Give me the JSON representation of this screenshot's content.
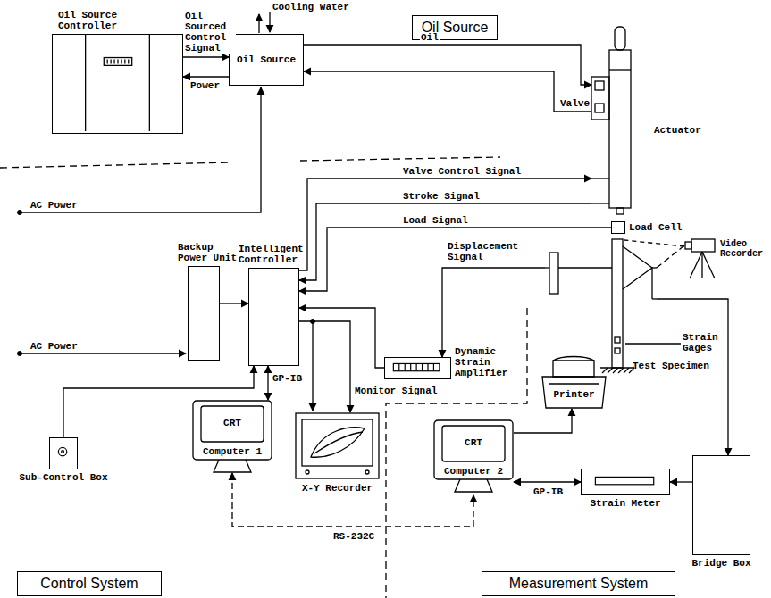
{
  "diagram": {
    "nodes": [
      {
        "text": [
          "Oil Source Controller"
        ]
      },
      {
        "text": [
          "Oil Source"
        ]
      },
      {
        "text": [
          "Oil Source"
        ]
      },
      {
        "text": [
          "Actuator"
        ]
      },
      {
        "text": [
          "Load Cell"
        ]
      },
      {
        "text": [
          "Test Specimen"
        ]
      },
      {
        "text": [
          "Video Recorder"
        ]
      },
      {
        "text": [
          "Backup Power Unit"
        ]
      },
      {
        "text": [
          "Intelligent Controller"
        ]
      },
      {
        "text": [
          "Dynamic Strain Amplifier"
        ]
      },
      {
        "text": [
          "Sub-Control Box"
        ]
      },
      {
        "text": [
          "CRT",
          "Computer 1"
        ]
      },
      {
        "text": [
          "X-Y Recorder"
        ]
      },
      {
        "text": [
          "Printer"
        ]
      },
      {
        "text": [
          "CRT",
          "Computer 2"
        ]
      },
      {
        "text": [
          "Strain Meter"
        ]
      },
      {
        "text": [
          "Bridge Box"
        ]
      },
      {
        "text": [
          "Control System"
        ]
      },
      {
        "text": [
          "Measurement System"
        ]
      }
    ],
    "edges": [
      {
        "from": 0,
        "to": 1,
        "label": "Oil Sourced Control Signal",
        "arrow": "to"
      },
      {
        "from": 1,
        "to": 0,
        "label": "Power",
        "arrow": "to"
      },
      {
        "from": 1,
        "to": 3,
        "label": "Oil",
        "arrow": "to"
      },
      {
        "from": 3,
        "to": 1,
        "label": "Valve",
        "arrow": "to"
      },
      {
        "from": 8,
        "to": 3,
        "label": "Valve Control Signal",
        "arrow": "to"
      },
      {
        "from": 3,
        "to": 8,
        "label": "Stroke Signal",
        "arrow": "to"
      },
      {
        "from": 4,
        "to": 8,
        "label": "Load Signal",
        "arrow": "to"
      },
      {
        "from": 5,
        "to": 9,
        "label": "Displacement Signal",
        "arrow": "to"
      },
      {
        "from": 9,
        "to": 8,
        "arrow": "to"
      },
      {
        "from": 8,
        "to": 12,
        "label": "Monitor Signal",
        "arrow": "to"
      },
      {
        "from": 7,
        "to": 8,
        "arrow": "to"
      },
      {
        "from": 10,
        "to": 8,
        "arrow": "to"
      },
      {
        "from": 11,
        "to": 8,
        "label": "GP-IB",
        "arrow": "both"
      },
      {
        "from": 11,
        "to": 14,
        "label": "RS-232C",
        "arrow": "both"
      },
      {
        "from": 14,
        "to": 13,
        "arrow": "to"
      },
      {
        "from": 14,
        "to": 15,
        "label": "GP-IB",
        "arrow": "both"
      },
      {
        "from": 16,
        "to": 15,
        "arrow": "to"
      },
      {
        "from": 5,
        "to": 16,
        "arrow": "to"
      },
      {
        "from": 6,
        "to": 5,
        "arrow": "none"
      }
    ],
    "labels": [
      "Cooling Water",
      "AC Power",
      "AC Power",
      "Strain Gages"
    ]
  }
}
